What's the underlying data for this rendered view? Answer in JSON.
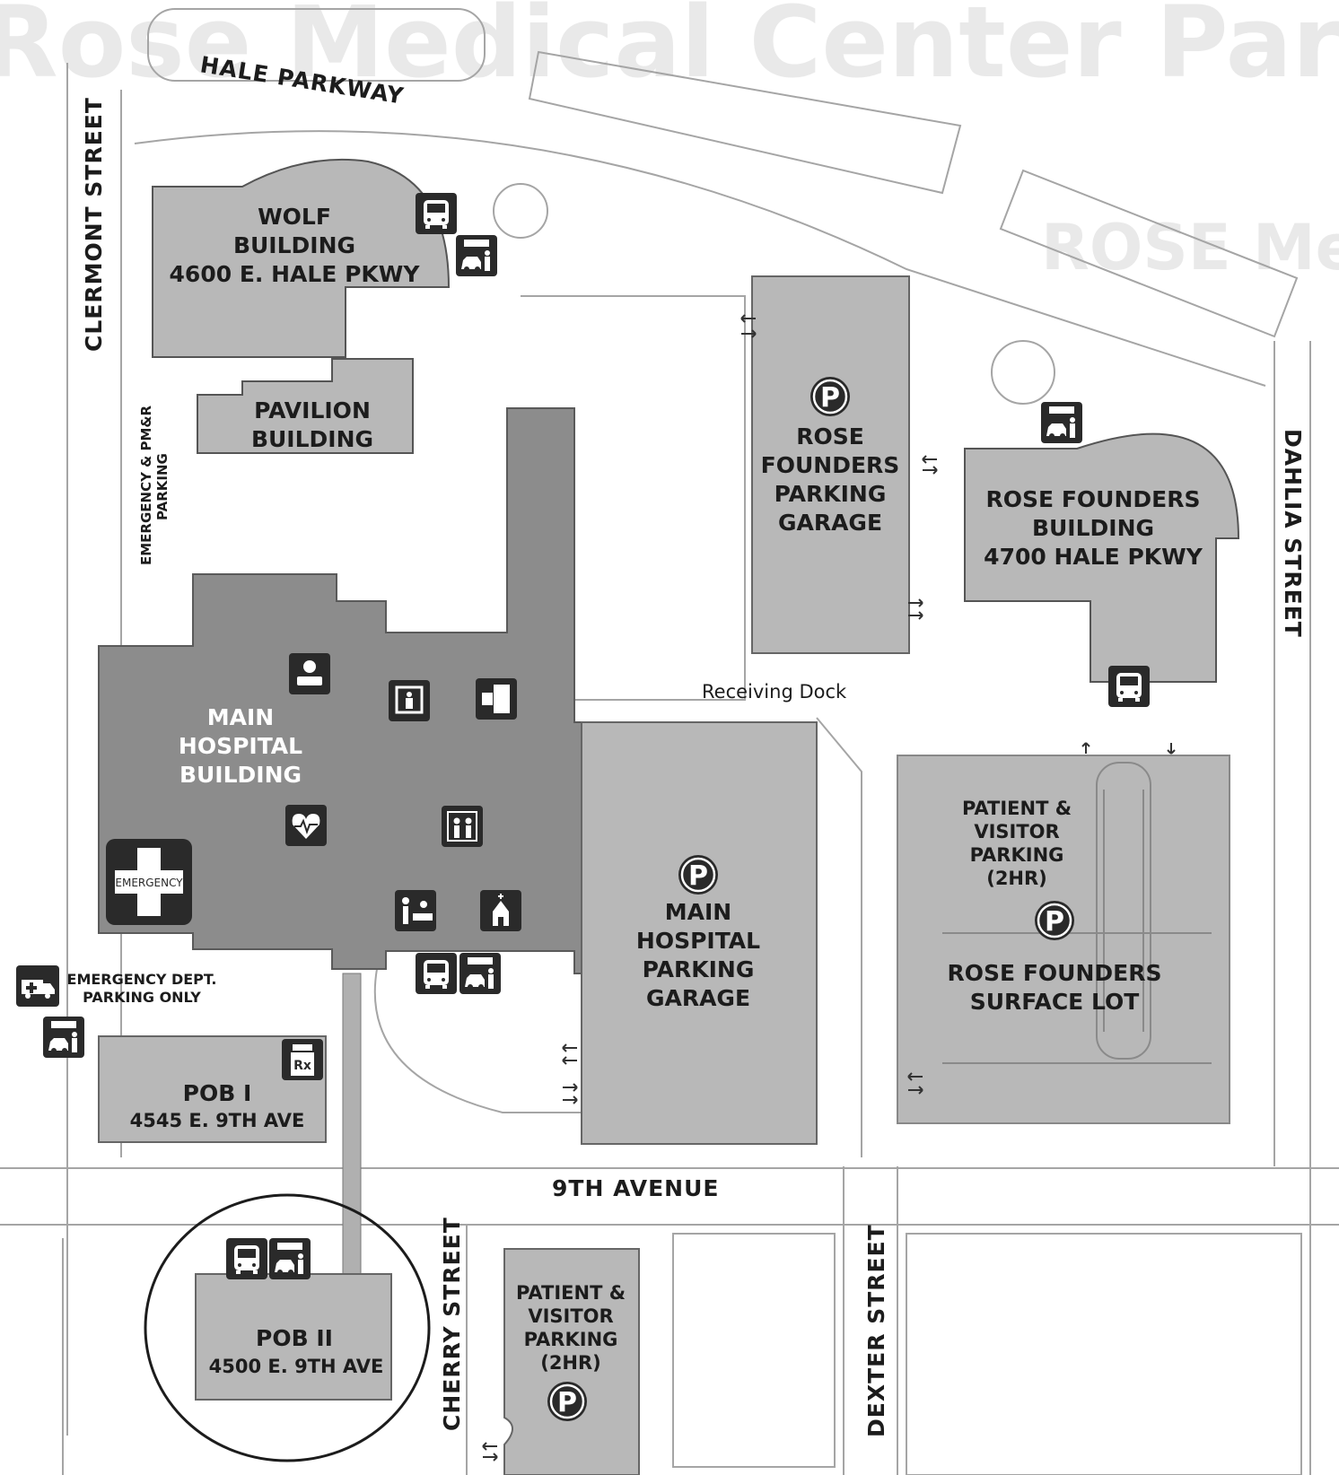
{
  "map": {
    "background_title": "Rose Medical Center Parking",
    "background_logo": "ROSE Medical",
    "colors": {
      "building": "#b8b8b8",
      "hospital": "#8c8c8c",
      "road": "#ffffff",
      "outline": "#9a9a9a",
      "icon_bg": "#2a2a2a"
    }
  },
  "streets": {
    "hale": "HALE PARKWAY",
    "clermont": "CLERMONT STREET",
    "dahlia": "DAHLIA STREET",
    "ninth": "9TH AVENUE",
    "cherry": "CHERRY STREET",
    "dexter": "DEXTER STREET"
  },
  "buildings": {
    "wolf": {
      "l1": "WOLF",
      "l2": "BUILDING",
      "l3": "4600 E. HALE PKWY"
    },
    "pavilion": {
      "l1": "PAVILION",
      "l2": "BUILDING"
    },
    "main_hospital": {
      "l1": "MAIN",
      "l2": "HOSPITAL",
      "l3": "BUILDING"
    },
    "rose_garage": {
      "l1": "ROSE",
      "l2": "FOUNDERS",
      "l3": "PARKING",
      "l4": "GARAGE"
    },
    "rose_building": {
      "l1": "ROSE FOUNDERS",
      "l2": "BUILDING",
      "l3": "4700 HALE PKWY"
    },
    "main_garage": {
      "l1": "MAIN",
      "l2": "HOSPITAL",
      "l3": "PARKING",
      "l4": "GARAGE"
    },
    "surface_lot": {
      "l1": "ROSE FOUNDERS",
      "l2": "SURFACE LOT"
    },
    "pv_lot_east": {
      "l1": "PATIENT &",
      "l2": "VISITOR",
      "l3": "PARKING",
      "l4": "(2HR)"
    },
    "pv_lot_south": {
      "l1": "PATIENT &",
      "l2": "VISITOR",
      "l3": "PARKING",
      "l4": "(2HR)"
    },
    "pob1": {
      "l1": "POB I",
      "l2": "4545 E. 9TH AVE"
    },
    "pob2": {
      "l1": "POB II",
      "l2": "4500 E. 9TH AVE"
    }
  },
  "labels": {
    "emergency_pmr": "EMERGENCY & PM&R",
    "parking": "PARKING",
    "receiving_dock": "Receiving Dock",
    "emergency_dept_1": "EMERGENCY DEPT.",
    "emergency_dept_2": "PARKING ONLY",
    "emergency_sign": "EMERGENCY",
    "valet": "VALET",
    "parking_symbol": "P",
    "rx": "Rx"
  },
  "icons": [
    "bus-icon",
    "valet-icon",
    "parking-icon",
    "nurse-icon",
    "xray-icon",
    "records-icon",
    "heart-icon",
    "elevator-icon",
    "reception-icon",
    "chapel-icon",
    "emergency-cross-icon",
    "ambulance-icon",
    "pharmacy-icon"
  ]
}
